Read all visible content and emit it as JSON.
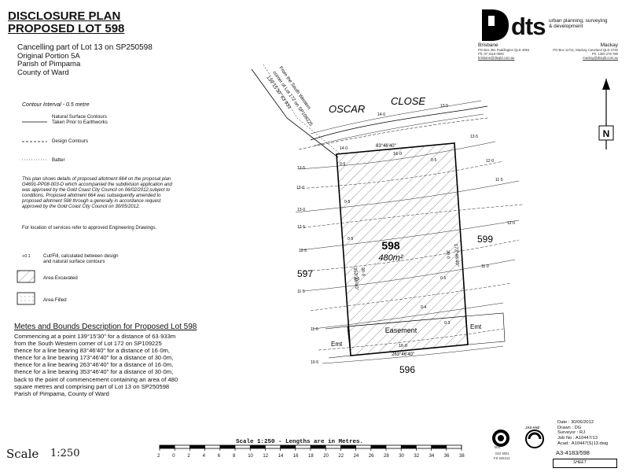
{
  "title": {
    "line1": "DISCLOSURE PLAN",
    "line2": "PROPOSED LOT 598"
  },
  "subtitle": {
    "line1": "Cancelling part of Lot 13 on SP250598",
    "line2": "Original Portion 5A",
    "line3": "Parish of Pimpama",
    "line4": "County of Ward"
  },
  "legend": {
    "contour_interval": "Contour Interval - 0.5 metre",
    "natural_label1": "Natural Surface Contours",
    "natural_label2": "Taken Prior to Earthworks",
    "design_label": "Design Contours",
    "batter_label": "Batter",
    "cutfill_sample": "+0.1",
    "cutfill_label1": "Cut/Fill, calculated between design",
    "cutfill_label2": "and natural surface contours",
    "excavated_label": "Area Excavated",
    "filled_label": "Area Filled"
  },
  "note": "This plan shows details of proposed allotment 664 on the proposal plan G4691-PP08-003-D which accompanied the subdivision application and was approved by the Gold Coast City Council on 06/02/2012,subject to conditions. Proposed allotment 664 was subsequently amended to proposed allotment 598 through a generally in accordance request approved by the Gold Coast City Council on 30/05/2012.",
  "services_note": "For location of services refer to approved Engineering Drawings.",
  "metes": {
    "title": "Metes and Bounds Description for Proposed Lot 598",
    "lines": [
      "Commencing at a point 139°15'30\" for a distance of 63·933m",
      "from the South Western corner of Lot 172 on SP109225",
      "thence for a line bearing 83°46'40\" for a distance of 16·0m,",
      "thence for a line bearing 173°46'40\" for a distance of 30·0m,",
      "thence for a line bearing 263°46'40\" for a distance of 16·0m,",
      "thence for a line bearing 353°46'40\" for a distance of 30·0m,",
      "back to the point of commencement containing an area of 480",
      "square metres and comprising part of Lot 13 on SP250598",
      "Parish of Pimpama, County of Ward"
    ]
  },
  "company": {
    "logo_text": "dts",
    "tagline1": "urban planning, surveying",
    "tagline2": "& development",
    "office1_name": "Brisbane",
    "office1_l1": "PO Box 361 Paddington QLD 4064",
    "office1_l2": "Ph: 07 3119 0000",
    "office1_l3": "brisbane@dtsqld.com.au",
    "office2_name": "Mackay",
    "office2_l1": "PO Box 11711, Mackay Caneland QLD 4740",
    "office2_l2": "Ph: 1300 278 780",
    "office2_l3": "mackay@dtsqld.com.au"
  },
  "plan": {
    "street_name1": "OSCAR",
    "street_name2": "CLOSE",
    "lot_number": "598",
    "lot_area": "480m²",
    "lot_597": "597",
    "lot_599": "599",
    "lot_596": "596",
    "easement": "Easement",
    "emt_left": "Emt",
    "emt_right": "Emt",
    "bearing_top": "83°46'40\"",
    "dist_top": "16·0",
    "bearing_bottom": "263°46'40\"",
    "dist_bottom": "16·0",
    "bearing_left": "353°46'40\"",
    "dist_left": "30·0",
    "bearing_right": "173°46'40\"",
    "dist_right": "30·0",
    "corner_l1": "From the South Western",
    "corner_l2": "corner of Lot 172 on SP109225",
    "corner_l3": "139°15'30\"    63·933",
    "north": "N",
    "contour_labels": [
      "14·0",
      "13·5",
      "13·5",
      "13·0",
      "13·0",
      "12·5",
      "12·5",
      "12·0",
      "12·0",
      "11·5",
      "11·5",
      "11·0",
      "11·0",
      "10·5",
      "14·0",
      "13·5"
    ],
    "cut_labels": [
      "0·6",
      "0·5",
      "0·5",
      "0·5",
      "0·5",
      "0·5",
      "0·4",
      "0·3"
    ]
  },
  "scale": {
    "label": "Scale",
    "ratio": "1:250",
    "caption": "Scale 1:250 - Lengths are in Metres.",
    "ticks": [
      "2",
      "0",
      "2",
      "4",
      "6",
      "8",
      "10",
      "12",
      "14",
      "16",
      "18",
      "20",
      "22",
      "24",
      "26",
      "28",
      "30",
      "32",
      "34",
      "36",
      "38"
    ]
  },
  "info": {
    "date": "Date : 30/06/2012",
    "drawn": "Drawn : DG",
    "surveyor": "Surveyor : RJ",
    "job": "Job No : A10447/13",
    "acad": "Acad : A10447(S)13.dwg",
    "plan_number": "A3-4183/598",
    "sheet": "SHEET"
  },
  "cert": {
    "bsi": "BSI",
    "bsi_iso": "ISO 9001",
    "bsi_fs": "FS 525313",
    "jas": "JAS-ANZ"
  }
}
